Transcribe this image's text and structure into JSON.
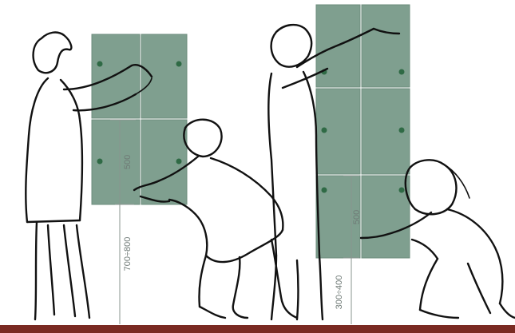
{
  "diagram": {
    "dimensions": {
      "panel_height_left": "500",
      "mount_height_left": "700÷800",
      "panel_height_right": "500",
      "mount_height_right": "300÷400"
    },
    "colors": {
      "panel": "#7f9f8f",
      "panel_border": "#6c8c7c",
      "joint": "#c9d8cf",
      "fastener": "#2f6a45",
      "floor": "#7a2a22",
      "outline": "#111111"
    }
  }
}
